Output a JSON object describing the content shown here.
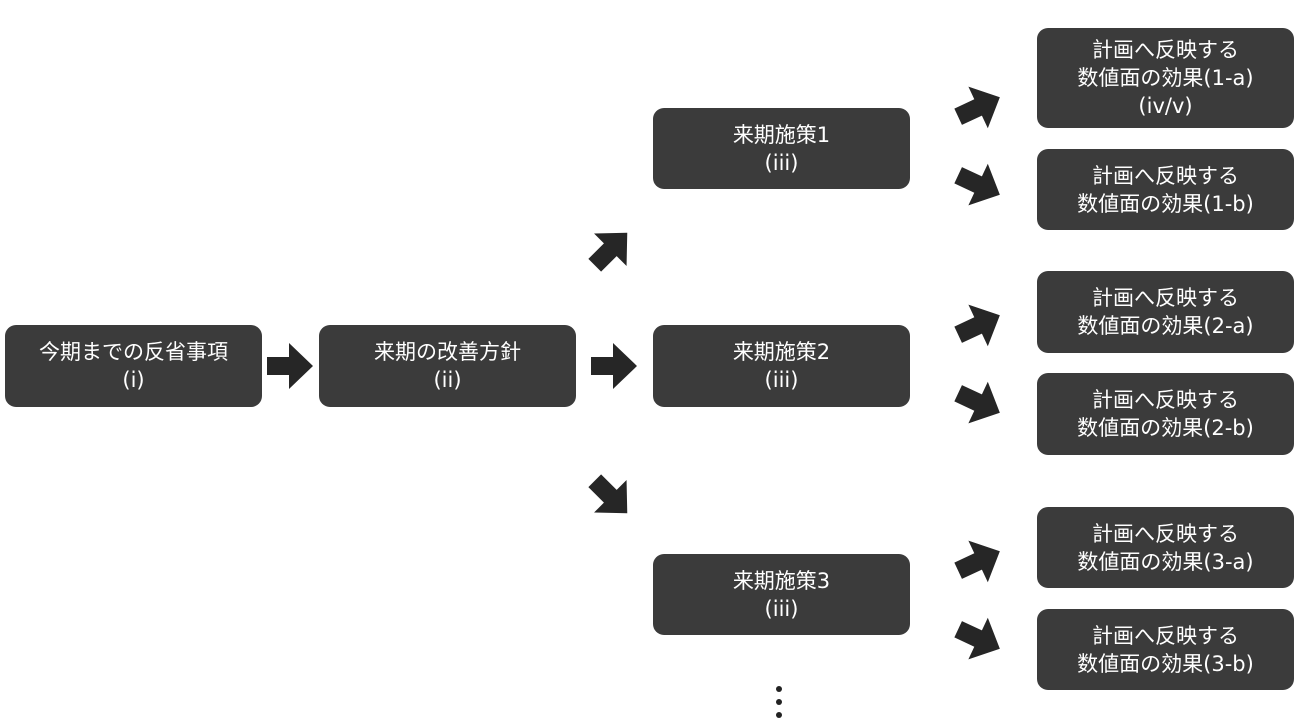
{
  "colors": {
    "box_fill": "#3b3b3b",
    "box_text": "#ffffff",
    "arrow": "#262626"
  },
  "current": {
    "line1": "今期までの反省事項",
    "line2": "(i)"
  },
  "policy": {
    "line1": "来期の改善方針",
    "line2": "(ii)"
  },
  "measures": [
    {
      "line1": "来期施策1",
      "line2": "(iii)"
    },
    {
      "line1": "来期施策2",
      "line2": "(iii)"
    },
    {
      "line1": "来期施策3",
      "line2": "(iii)"
    }
  ],
  "effects": [
    {
      "line1": "計画へ反映する",
      "line2": "数値面の効果(1-a)",
      "line3": "(iv/v)"
    },
    {
      "line1": "計画へ反映する",
      "line2": "数値面の効果(1-b)"
    },
    {
      "line1": "計画へ反映する",
      "line2": "数値面の効果(2-a)"
    },
    {
      "line1": "計画へ反映する",
      "line2": "数値面の効果(2-b)"
    },
    {
      "line1": "計画へ反映する",
      "line2": "数値面の効果(3-a)"
    },
    {
      "line1": "計画へ反映する",
      "line2": "数値面の効果(3-b)"
    }
  ]
}
